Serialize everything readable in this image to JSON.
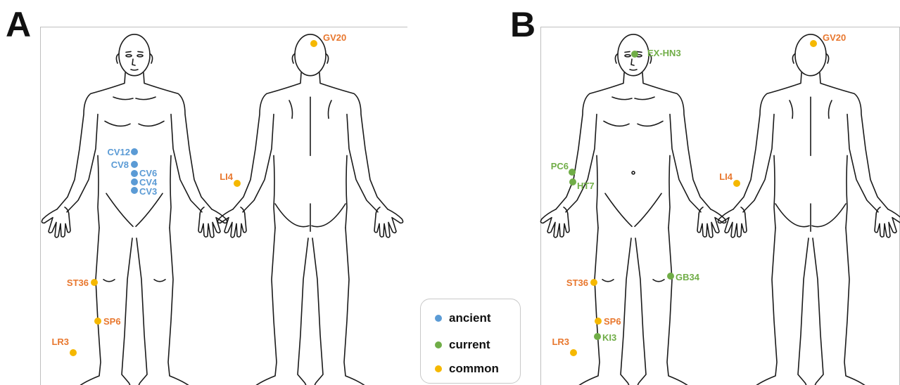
{
  "colors": {
    "ancient": "#5b9bd5",
    "current": "#70ad47",
    "common_dot": "#f5b800",
    "common_label": "#e8772e",
    "outline": "#1a1a1a"
  },
  "panels": [
    {
      "letter": "A",
      "points": [
        {
          "label": "GV20",
          "group": "common"
        },
        {
          "label": "CV12",
          "group": "ancient"
        },
        {
          "label": "CV8",
          "group": "ancient"
        },
        {
          "label": "CV6",
          "group": "ancient"
        },
        {
          "label": "CV4",
          "group": "ancient"
        },
        {
          "label": "CV3",
          "group": "ancient"
        },
        {
          "label": "LI4",
          "group": "common"
        },
        {
          "label": "ST36",
          "group": "common"
        },
        {
          "label": "SP6",
          "group": "common"
        },
        {
          "label": "LR3",
          "group": "common"
        }
      ]
    },
    {
      "letter": "B",
      "points": [
        {
          "label": "EX-HN3",
          "group": "current"
        },
        {
          "label": "GV20",
          "group": "common"
        },
        {
          "label": "PC6",
          "group": "current"
        },
        {
          "label": "HT7",
          "group": "current"
        },
        {
          "label": "LI4",
          "group": "common"
        },
        {
          "label": "ST36",
          "group": "common"
        },
        {
          "label": "GB34",
          "group": "current"
        },
        {
          "label": "SP6",
          "group": "common"
        },
        {
          "label": "KI3",
          "group": "current"
        },
        {
          "label": "LR3",
          "group": "common"
        }
      ]
    }
  ],
  "legend": [
    {
      "label": "ancient",
      "group": "ancient"
    },
    {
      "label": "current",
      "group": "current"
    },
    {
      "label": "common",
      "group": "common"
    }
  ]
}
